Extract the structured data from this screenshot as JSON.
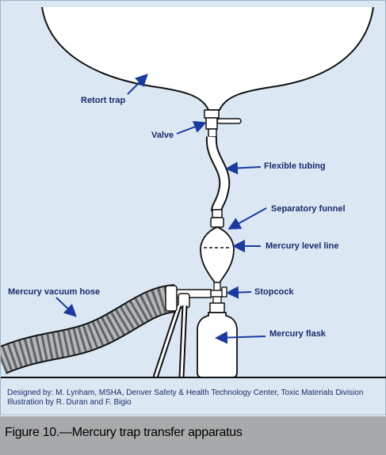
{
  "diagram": {
    "labels": {
      "retort_trap": "Retort trap",
      "valve": "Valve",
      "flexible_tubing": "Flexible tubing",
      "separatory_funnel": "Separatory funnel",
      "mercury_level_line": "Mercury level line",
      "stopcock": "Stopcock",
      "mercury_vacuum_hose": "Mercury vacuum hose",
      "mercury_flask": "Mercury flask"
    }
  },
  "credits": {
    "line1": "Designed by: M. Lynham, MSHA, Denver Safety & Health Technology Center, Toxic Materials Division",
    "line2": "Illustration by R. Duran and F. Bigio"
  },
  "caption": "Figure 10.—Mercury trap transfer apparatus",
  "colors": {
    "panel": "#dbe8f3",
    "arrow": "#1a3aa0",
    "text": "#1a2a6c",
    "caption_bar": "#a7a9ab",
    "glass": "#ffffff"
  }
}
